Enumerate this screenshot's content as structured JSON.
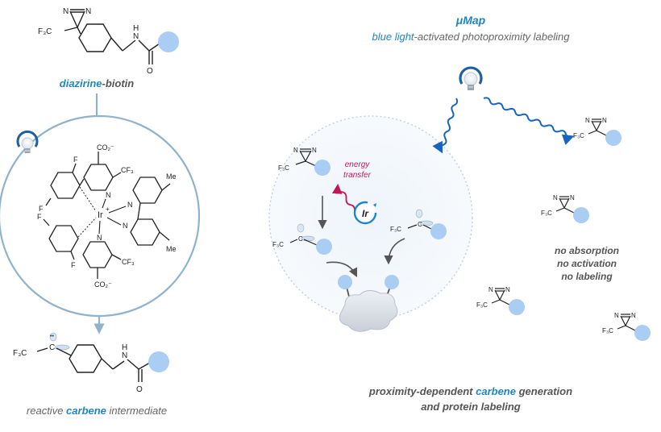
{
  "colors": {
    "accent": "#1f86c6",
    "bead": "#a9cdf3",
    "energy_transfer": "#c2185b",
    "wave": "#1565c0",
    "ring": "#8fb3cc"
  },
  "header": {
    "title": "μMap",
    "subtitle_accent": "blue light",
    "subtitle_rest": "-activated photoproximity labeling"
  },
  "left": {
    "probe_label_accent": "diazirine",
    "probe_label_rest": "-biotin",
    "intermediate_prefix": "reactive ",
    "intermediate_accent": "carbene",
    "intermediate_suffix": " intermediate"
  },
  "catalyst": {
    "co2": "CO₂⁻",
    "cf3": "CF₃",
    "me": "Me",
    "f": "F",
    "ir": "Ir",
    "n": "N",
    "charge": "+"
  },
  "center": {
    "energy_transfer_line1": "energy",
    "energy_transfer_line2": "transfer",
    "ir_label": "Ir",
    "caption_prefix": "proximity-dependent ",
    "caption_accent": "carbene",
    "caption_suffix": " generation",
    "caption_line2": "and protein labeling"
  },
  "right": {
    "line1": "no absorption",
    "line2": "no activation",
    "line3": "no labeling"
  },
  "glyphs": {
    "diazirine_nn": "N=N",
    "f3c": "F₃C",
    "carbene_c": "C",
    "n": "N",
    "h": "H",
    "o": "O"
  }
}
